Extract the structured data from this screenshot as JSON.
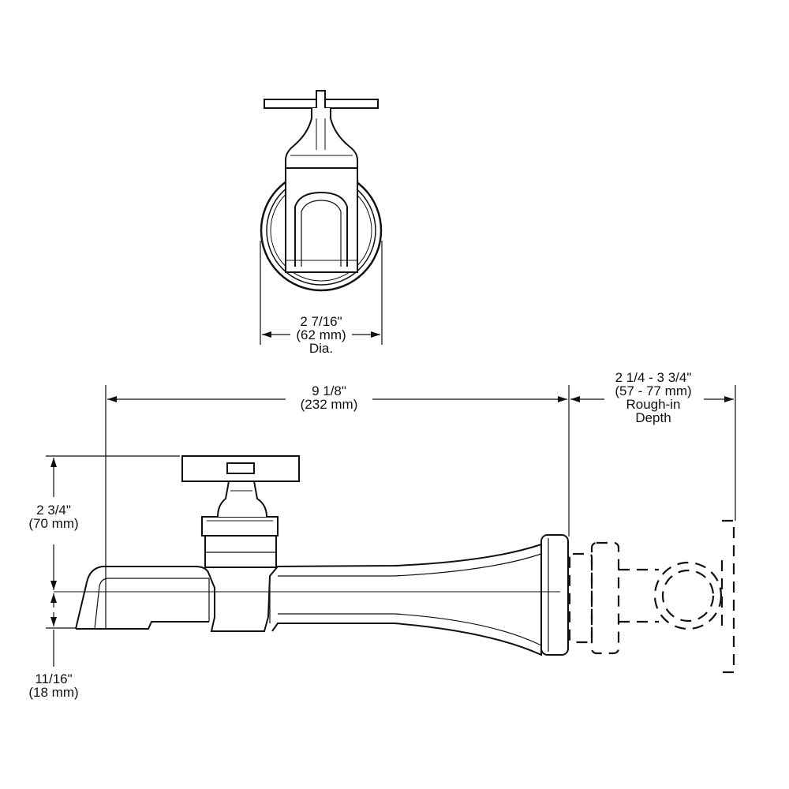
{
  "dimensions": {
    "dia": {
      "inch": "2 7/16\"",
      "mm": "(62 mm)",
      "note": "Dia."
    },
    "length": {
      "inch": "9 1/8\"",
      "mm": "(232 mm)"
    },
    "rough_in": {
      "inch": "2 1/4 - 3 3/4\"",
      "mm": "(57 - 77 mm)",
      "note1": "Rough-in",
      "note2": "Depth"
    },
    "height": {
      "inch": "2 3/4\"",
      "mm": "(70 mm)"
    },
    "spout_height": {
      "inch": "11/16\"",
      "mm": "(18 mm)"
    }
  }
}
